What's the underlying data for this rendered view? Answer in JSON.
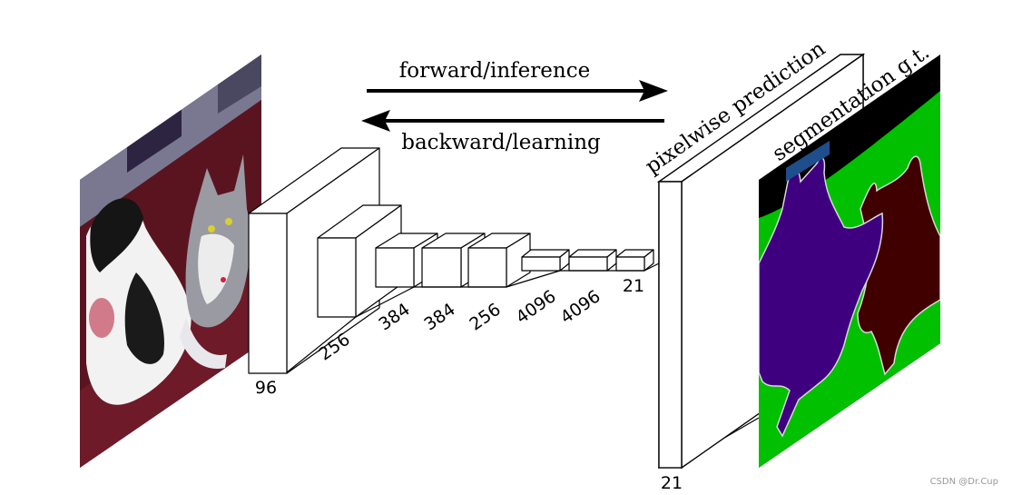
{
  "arrows": {
    "forward_label": "forward/inference",
    "backward_label": "backward/learning"
  },
  "prediction_label": "pixelwise prediction",
  "segmentation_label": "segmentation g.t.",
  "layers": [
    {
      "label": "96"
    },
    {
      "label": "256"
    },
    {
      "label": "384"
    },
    {
      "label": "384"
    },
    {
      "label": "256"
    },
    {
      "label": "4096"
    },
    {
      "label": "4096"
    },
    {
      "label": "21"
    }
  ],
  "output_label": "21",
  "watermark": "CSDN @Dr.Cup",
  "colors": {
    "background": "#000000",
    "dog": "#3f0080",
    "cat": "#400000",
    "sofa": "#00c000",
    "label_box": "#1f4e8c",
    "photo_sofa": "#5a1420"
  }
}
